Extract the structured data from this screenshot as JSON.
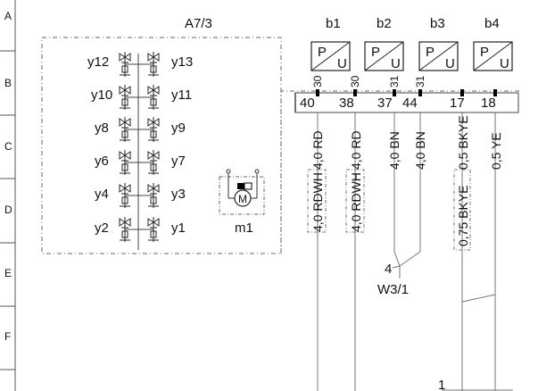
{
  "row_labels": [
    "A",
    "B",
    "C",
    "D",
    "E",
    "F"
  ],
  "module": {
    "name": "A7/3"
  },
  "valves_left": [
    "y12",
    "y10",
    "y8",
    "y6",
    "y4",
    "y2"
  ],
  "valves_right": [
    "y13",
    "y11",
    "y9",
    "y7",
    "y3",
    "y1"
  ],
  "motor": {
    "name": "m1",
    "symbol": "M"
  },
  "sensors": [
    {
      "name": "b1",
      "p": "P",
      "u": "U"
    },
    {
      "name": "b2",
      "p": "P",
      "u": "U"
    },
    {
      "name": "b3",
      "p": "P",
      "u": "U"
    },
    {
      "name": "b4",
      "p": "P",
      "u": "U"
    }
  ],
  "pins": [
    {
      "top": "30",
      "bottom": "40"
    },
    {
      "top": "30",
      "bottom": "38"
    },
    {
      "top": "31",
      "bottom": "37"
    },
    {
      "top": "31",
      "bottom": "44"
    },
    {
      "top": "",
      "bottom": "17"
    },
    {
      "top": "",
      "bottom": "18"
    }
  ],
  "wires_upper": [
    "4,0 RD",
    "4,0 RD",
    "4,0 BN",
    "4,0 BN",
    "0,5 BKYE",
    "0,5 YE"
  ],
  "wires_lower": [
    "4,0 RDWH",
    "4,0 RDWH",
    "0,75 BKYE"
  ],
  "junction": {
    "name": "W3/1",
    "pin": "4"
  },
  "bottom_mark": "1"
}
